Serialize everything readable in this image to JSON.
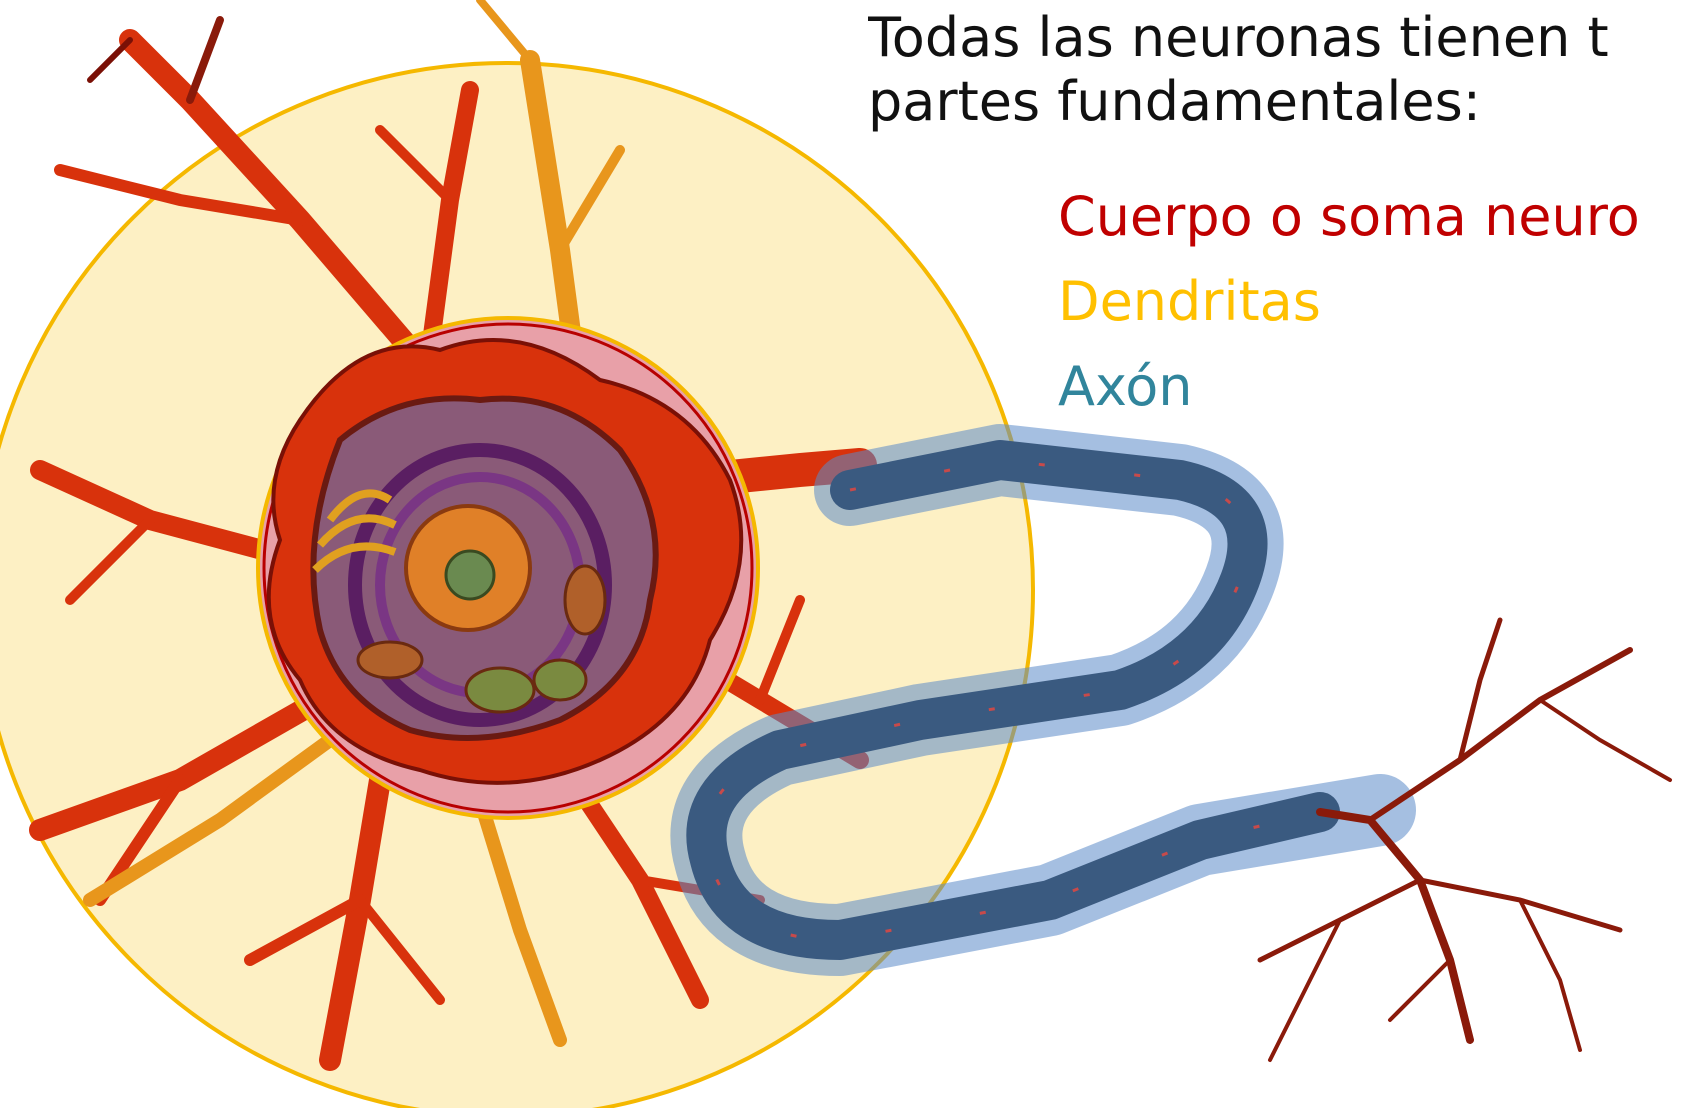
{
  "caption": {
    "line1": "Todas las neuronas tienen t",
    "line2": "partes fundamentales:"
  },
  "parts": [
    {
      "label": "Cuerpo o soma neuro",
      "color": "#c00000"
    },
    {
      "label": "Dendritas",
      "color": "#ffc000"
    },
    {
      "label": "Axón",
      "color": "#31859c"
    }
  ],
  "colors": {
    "soma_highlight": "#e8a0a8",
    "dendrite_highlight": "#fdf0c4",
    "dendrite_ring": "#f5b800",
    "axon_highlight": "#5b8ac8",
    "neuron_red": "#d8320c",
    "neuron_dark": "#7a1006",
    "nucleus_purple": "#5a1e62"
  }
}
